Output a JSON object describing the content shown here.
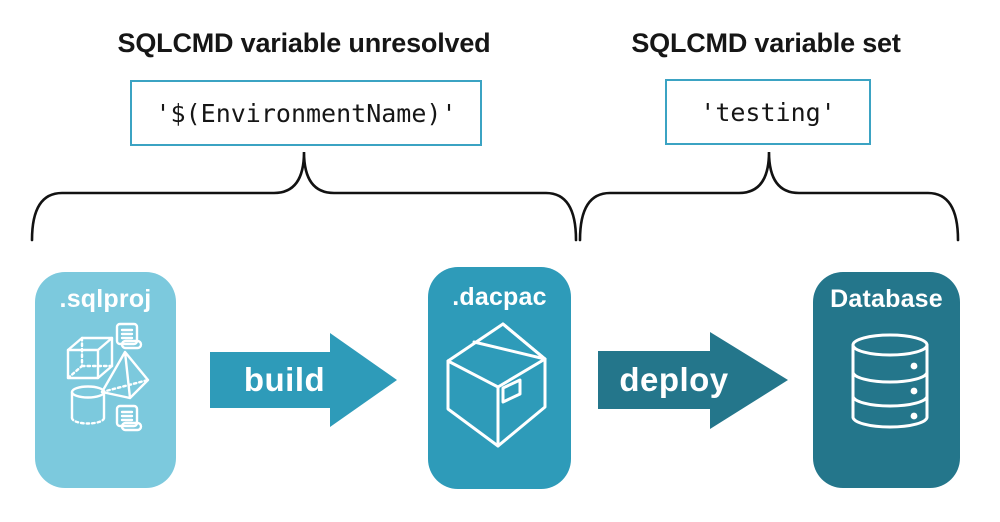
{
  "colors": {
    "bg": "#ffffff",
    "ink": "#161616",
    "lightblue": "#7cc9dd",
    "teal": "#2e9bb9",
    "darkteal": "#24768b",
    "box_border": "#3ba3c3"
  },
  "annotations": {
    "left": {
      "title": "SQLCMD variable unresolved",
      "code": "'$(EnvironmentName)'"
    },
    "right": {
      "title": "SQLCMD variable set",
      "code": "'testing'"
    }
  },
  "pipeline": {
    "nodes": [
      {
        "label": ".sqlproj",
        "icon": "sql-objects-icon"
      },
      {
        "label": ".dacpac",
        "icon": "package-icon"
      },
      {
        "label": "Database",
        "icon": "database-icon"
      }
    ],
    "arrows": [
      {
        "label": "build"
      },
      {
        "label": "deploy"
      }
    ]
  }
}
